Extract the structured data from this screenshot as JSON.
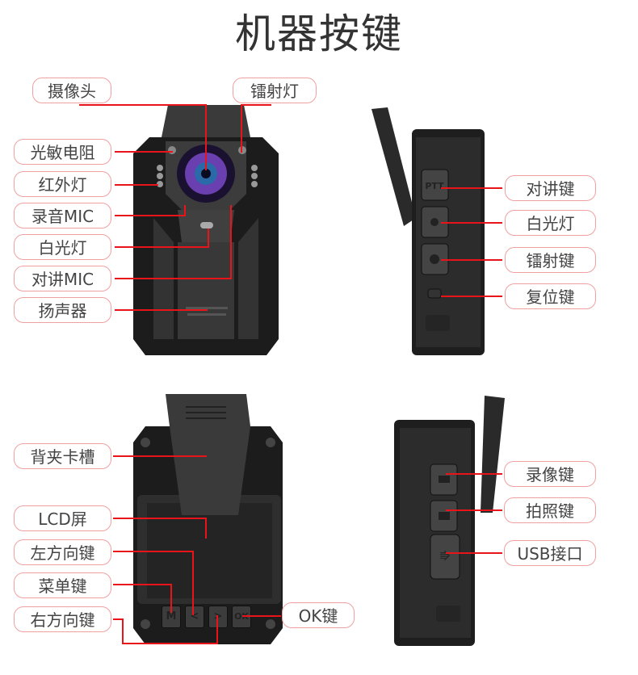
{
  "title": "机器按键",
  "front_view": {
    "labels": [
      "摄像头",
      "镭射灯",
      "光敏电阻",
      "红外灯",
      "录音MIC",
      "白光灯",
      "对讲MIC",
      "扬声器"
    ]
  },
  "side_view_right": {
    "labels": [
      "对讲键",
      "白光灯",
      "镭射键",
      "复位键"
    ],
    "buttons": [
      "PTT",
      "light-bulb",
      "dot",
      "reset"
    ]
  },
  "back_view": {
    "labels": [
      "背夹卡槽",
      "LCD屏",
      "左方向键",
      "菜单键",
      "右方向键",
      "OK键"
    ],
    "buttons": [
      "M",
      "<",
      ">",
      "OK"
    ]
  },
  "side_view_left": {
    "labels": [
      "录像键",
      "拍照键",
      "USB接口"
    ]
  },
  "colors": {
    "accent_line": "#e8141a",
    "label_border": "#f0a0a0",
    "device": "#2a2a2a"
  }
}
